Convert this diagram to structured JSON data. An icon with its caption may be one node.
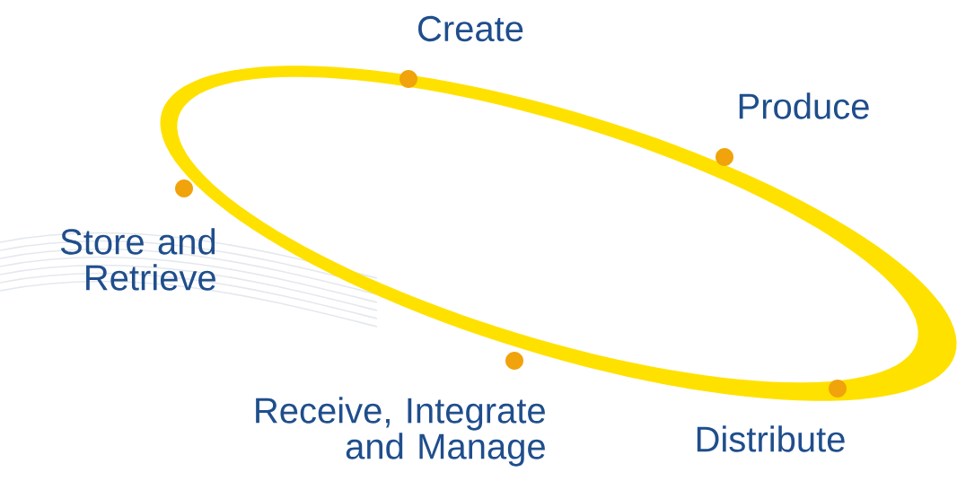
{
  "diagram": {
    "nodes": [
      {
        "text": [
          "Create"
        ]
      },
      {
        "text": [
          "Produce"
        ]
      },
      {
        "text": [
          "Store and Retrieve"
        ]
      },
      {
        "text": [
          "Receive, Integrate and Manage"
        ]
      },
      {
        "text": [
          "Distribute"
        ]
      }
    ]
  }
}
